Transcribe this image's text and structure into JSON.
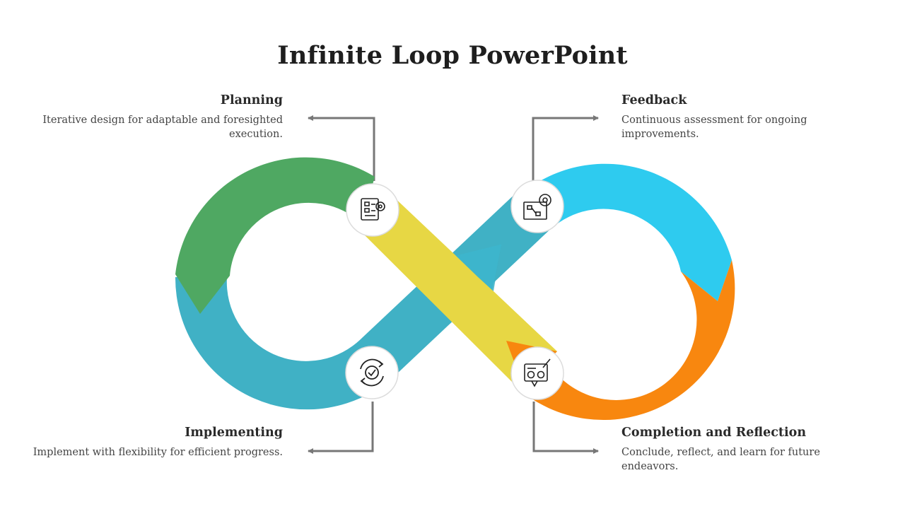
{
  "title": "Infinite Loop PowerPoint",
  "stages": {
    "planning": {
      "heading": "Planning",
      "description": "Iterative design for adaptable and foresighted execution.",
      "color": "#4fa862",
      "icon": "planning-blueprint-icon"
    },
    "feedback": {
      "heading": "Feedback",
      "description": "Continuous assessment for ongoing improvements.",
      "color": "#2ecbef",
      "icon": "flowchart-gear-icon"
    },
    "implementing": {
      "heading": "Implementing",
      "description": "Implement with flexibility for efficient progress.",
      "color": "#40b1c5",
      "icon": "refresh-check-icon"
    },
    "completion": {
      "heading": "Completion and Reflection",
      "description": "Conclude, reflect, and learn for future endeavors.",
      "color": "#f8870f",
      "icon": "feedback-faces-icon"
    }
  },
  "colors": {
    "yellow_band": "#e7d744",
    "connector": "#777777"
  }
}
